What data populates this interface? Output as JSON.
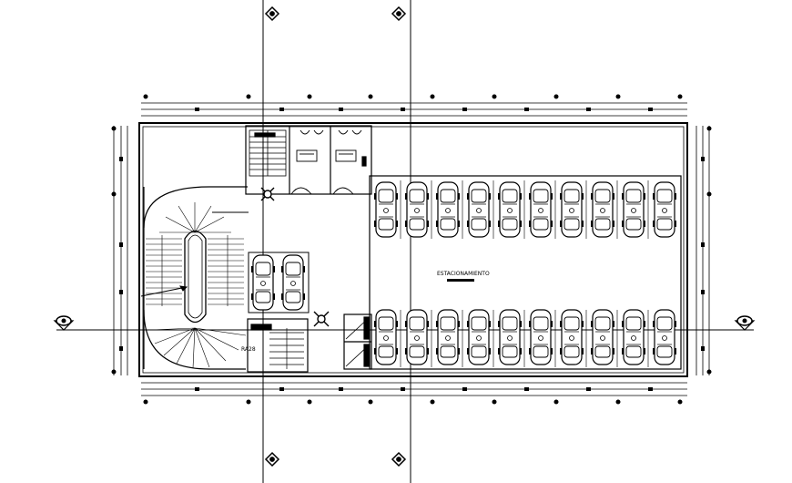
{
  "drawing": {
    "area_label": "ESTACIONAMIENTO",
    "ramp_label": "RA28",
    "parking": {
      "upper_row_count": 10,
      "lower_row_count": 10,
      "center_pair_count": 2
    },
    "grid_axes": {
      "vertical_count": 2,
      "horizontal_count": 1
    },
    "colors": {
      "line": "#000000",
      "background": "#ffffff"
    }
  }
}
